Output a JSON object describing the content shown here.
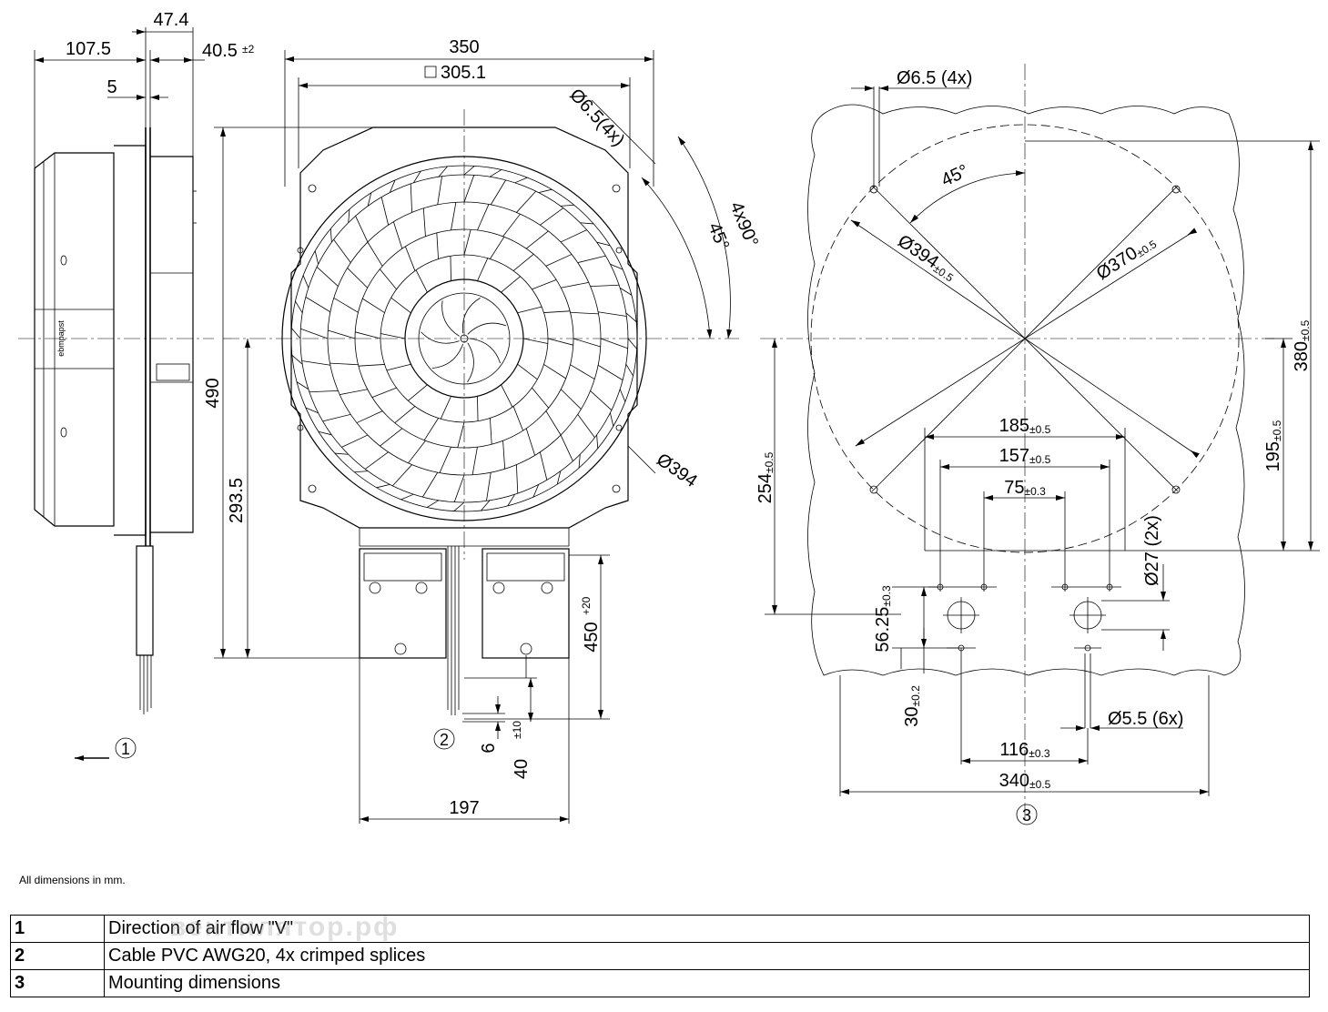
{
  "dimensions": {
    "side_view": {
      "overall_depth": "107.5",
      "flange_offset": "47.4",
      "rotor_depth": "40.5",
      "rotor_depth_tol": "±2",
      "flange_thickness": "5"
    },
    "front_view": {
      "width": "350",
      "square": "305.1",
      "hole": "Ø6.5(4x)",
      "angle_pitch": "4x90°",
      "angle_offset": "45°",
      "height": "490",
      "center_to_bottom": "293.5",
      "diameter": "Ø394",
      "cable_length": "450",
      "cable_length_tol": "+20",
      "strip_length": "6",
      "strip_to_splice": "40",
      "strip_to_splice_tol": "±10",
      "box_width": "197"
    },
    "mounting": {
      "hole": "Ø6.5 (4x)",
      "angle": "45°",
      "bolt_circle_big": "Ø394",
      "bolt_circle_big_tol": "±0.5",
      "bolt_circle_small": "Ø370",
      "bolt_circle_small_tol": "±0.5",
      "height_total": "380",
      "height_total_tol": "±0.5",
      "center_to_hole_row": "195",
      "center_to_hole_row_tol": "±0.5",
      "center_to_bottom": "254",
      "center_to_bottom_tol": "±0.5",
      "w185": "185",
      "w185_tol": "±0.5",
      "w157": "157",
      "w157_tol": "±0.5",
      "w75": "75",
      "w75_tol": "±0.3",
      "cable_hole": "Ø27 (2x)",
      "v56": "56.25",
      "v56_tol": "±0.3",
      "v30": "30",
      "v30_tol": "±0.2",
      "small_holes": "Ø5.5 (6x)",
      "w116": "116",
      "w116_tol": "±0.3",
      "w340": "340",
      "w340_tol": "±0.5"
    },
    "callouts": {
      "c1": "1",
      "c2": "2",
      "c3": "3"
    }
  },
  "note": "All dimensions in mm.",
  "legend": [
    {
      "num": "1",
      "text": "Direction of air flow \"V\""
    },
    {
      "num": "2",
      "text": "Cable PVC AWG20, 4x crimped splices"
    },
    {
      "num": "3",
      "text": "Mounting dimensions"
    }
  ],
  "watermark": "вентилятор.рф"
}
